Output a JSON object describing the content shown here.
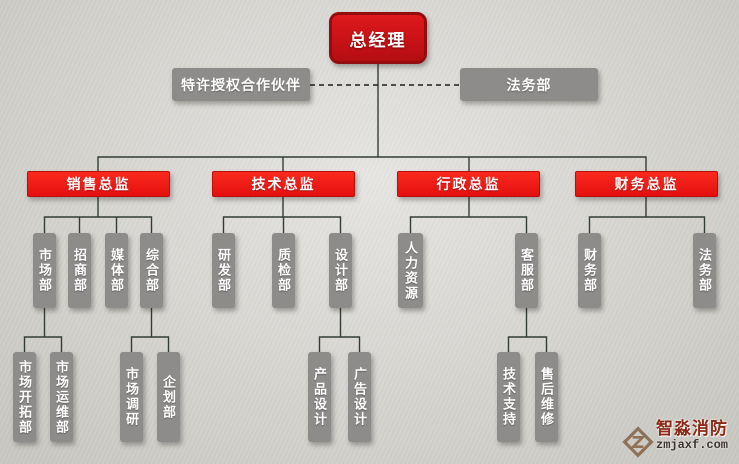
{
  "colors": {
    "background": "#dbdad5",
    "root_red": "#c41318",
    "director_red": "#f41414",
    "box_gray": "#8d8c8a",
    "line": "#333d36",
    "dashed_line": "#1d1d1d",
    "brand_red": "#8c2a17"
  },
  "tree": {
    "root": {
      "label": "总经理"
    },
    "staff": [
      {
        "label": "特许授权合作伙伴",
        "side": "left"
      },
      {
        "label": "法务部",
        "side": "right"
      }
    ],
    "branches": [
      {
        "label": "销售总监",
        "children": [
          {
            "label": "市场部",
            "children": [
              {
                "label": "市场开拓部"
              },
              {
                "label": "市场运维部"
              }
            ]
          },
          {
            "label": "招商部"
          },
          {
            "label": "媒体部"
          },
          {
            "label": "综合部",
            "children": [
              {
                "label": "市场调研"
              },
              {
                "label": "企划部"
              }
            ]
          }
        ]
      },
      {
        "label": "技术总监",
        "children": [
          {
            "label": "研发部"
          },
          {
            "label": "质检部"
          },
          {
            "label": "设计部",
            "children": [
              {
                "label": "产品设计"
              },
              {
                "label": "广告设计"
              }
            ]
          }
        ]
      },
      {
        "label": "行政总监",
        "children": [
          {
            "label": "人力资源"
          },
          {
            "label": "客服部",
            "children": [
              {
                "label": "技术支持"
              },
              {
                "label": "售后维修"
              }
            ]
          }
        ]
      },
      {
        "label": "财务总监",
        "children": [
          {
            "label": "财务部"
          },
          {
            "label": "法务部"
          }
        ]
      }
    ]
  },
  "watermark": {
    "brand": "智淼消防",
    "site": "zmjaxf.com"
  }
}
